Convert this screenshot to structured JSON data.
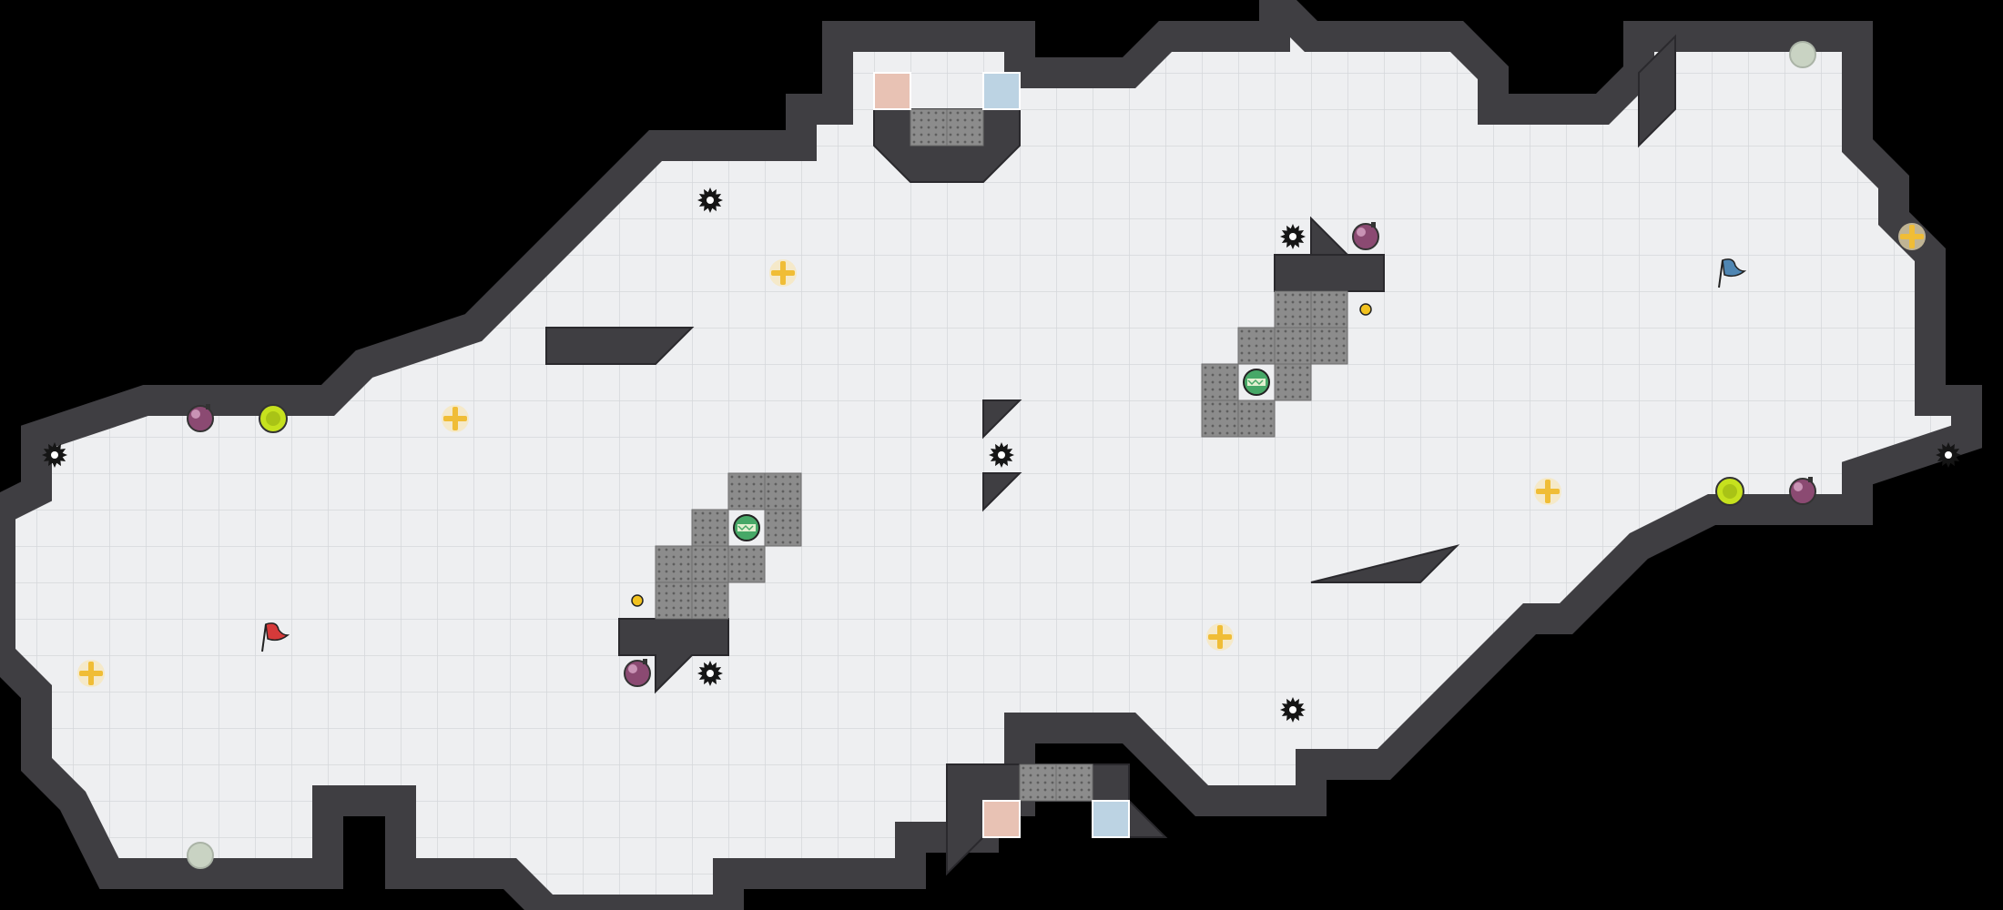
{
  "colors": {
    "background": "#000000",
    "floor": "#eeeff1",
    "floor_grid": "#d5d7db",
    "wall": "#3f3e42",
    "wall_edge": "#2a292d",
    "grate": "#8c8c8c",
    "grate_dot": "#5e5e5e",
    "red_team_base": "#e8c2b4",
    "blue_team_base": "#bcd3e3",
    "red_flag": "#d63a3a",
    "blue_flag": "#4f86b3",
    "spike": "#151515",
    "powerup": "#f0bd36",
    "booster": "#c6e11e",
    "bomb": "#8b4a72",
    "portal_inactive": "#c9d3c3",
    "speed_pad": "#47a867"
  },
  "map": {
    "tile_size_units": 1,
    "columns": 55,
    "rows": 25,
    "legend": [
      "red-flag",
      "blue-flag",
      "spike",
      "powerup",
      "booster",
      "bomb",
      "gate",
      "portal",
      "speed-pad",
      "red-team-tile",
      "blue-team-tile"
    ]
  },
  "entities": {
    "flags": [
      {
        "team": "red",
        "col": 7.5,
        "row": 17.5
      },
      {
        "team": "blue",
        "col": 47.5,
        "row": 7.5
      }
    ],
    "spikes": [
      {
        "col": 1.5,
        "row": 12.5
      },
      {
        "col": 19.5,
        "row": 5.5
      },
      {
        "col": 19.5,
        "row": 18.5
      },
      {
        "col": 27.5,
        "row": 12.5
      },
      {
        "col": 35.5,
        "row": 6.5
      },
      {
        "col": 35.5,
        "row": 19.5
      },
      {
        "col": 53.5,
        "row": 12.5
      }
    ],
    "powerups": [
      {
        "col": 2.5,
        "row": 18.5
      },
      {
        "col": 12.5,
        "row": 11.5
      },
      {
        "col": 21.5,
        "row": 7.5
      },
      {
        "col": 33.5,
        "row": 17.5
      },
      {
        "col": 42.5,
        "row": 13.5
      },
      {
        "col": 52.5,
        "row": 6.5
      }
    ],
    "boosters": [
      {
        "col": 7.5,
        "row": 11.5
      },
      {
        "col": 47.5,
        "row": 13.5
      }
    ],
    "bombs": [
      {
        "col": 5.5,
        "row": 11.5
      },
      {
        "col": 17.5,
        "row": 18.5
      },
      {
        "col": 37.5,
        "row": 6.5
      },
      {
        "col": 49.5,
        "row": 13.5
      }
    ],
    "portals_inactive": [
      {
        "col": 5.5,
        "row": 23.5
      },
      {
        "col": 49.5,
        "row": 1.5
      }
    ],
    "speed_pads": [
      {
        "col": 20.5,
        "row": 14.5
      },
      {
        "col": 34.5,
        "row": 10.5
      }
    ],
    "small_tokens": [
      {
        "col": 17.5,
        "row": 16.5
      },
      {
        "col": 37.5,
        "row": 8.5
      }
    ],
    "team_tiles": [
      {
        "team": "red",
        "col": 24,
        "row": 2
      },
      {
        "team": "blue",
        "col": 27,
        "row": 2
      },
      {
        "team": "red",
        "col": 27,
        "row": 22
      },
      {
        "team": "blue",
        "col": 30,
        "row": 22
      }
    ]
  }
}
